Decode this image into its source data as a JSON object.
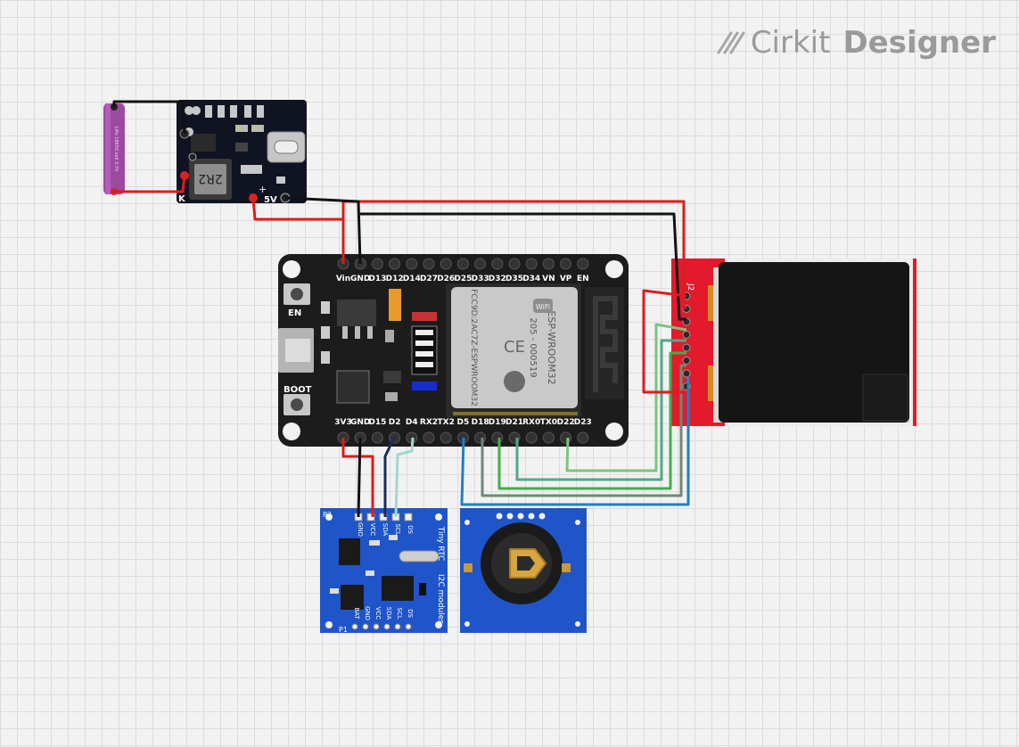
{
  "app": {
    "brand": "Cirkit",
    "product": "Designer",
    "logo_icon": "cirkit-logo-icon"
  },
  "components": {
    "charger": {
      "inductor_marking": "2R2",
      "pin_plus": "+",
      "pin_5v": "5V",
      "pin_k": "K"
    },
    "esp32": {
      "top_pins": [
        "Vin",
        "GND",
        "D13",
        "D12",
        "D14",
        "D27",
        "D26",
        "D25",
        "D33",
        "D32",
        "D35",
        "D34",
        "VN",
        "VP",
        "EN"
      ],
      "bottom_pins": [
        "3V3",
        "GND",
        "D15",
        "D2",
        "D4",
        "RX2",
        "TX2",
        "D5",
        "D18",
        "D19",
        "D21",
        "RX0",
        "TX0",
        "D22",
        "D23"
      ],
      "button_en": "EN",
      "button_boot": "BOOT",
      "module_name": "ESP-WROOM32",
      "module_fcc": "FCC9D:2AC7Z-ESPWROOM32",
      "module_cert": "205 - 000519",
      "wifi_badge": "WiFi"
    },
    "rtc": {
      "title": "Tiny RTC",
      "subtitle": "I2C modules",
      "left_pins": [
        "GND",
        "VCC",
        "SDA",
        "SCL",
        "DS"
      ],
      "bottom_pins": [
        "BAT",
        "GND",
        "VCC",
        "SDA",
        "SCL",
        "DS"
      ],
      "header_p2": "P2",
      "header_p1": "P1"
    },
    "display": {
      "header_label": "J2"
    }
  },
  "colors": {
    "wire_red": "#e01b1b",
    "wire_black": "#111111",
    "wire_navy": "#1e2a5a",
    "wire_cyan": "#9fd9cf",
    "wire_blue": "#1f7fc6",
    "wire_gray": "#6b8b7a",
    "wire_green": "#3fb04a",
    "wire_lightgreen": "#7ac47f",
    "board_black": "#1c1c1c",
    "rtc_blue": "#1f55c8",
    "display_red": "#e21a2b"
  }
}
